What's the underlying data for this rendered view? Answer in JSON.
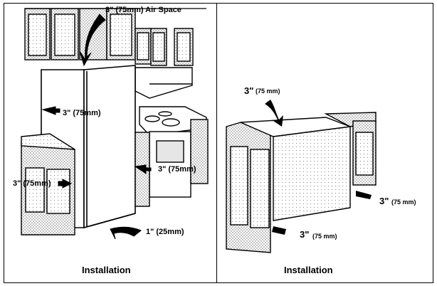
{
  "left_panel": {
    "labels": {
      "air_space": "3\" (75mm) Air Space",
      "side_left": "3\" (75mm)",
      "side_right": "3\" (75mm)",
      "side_cabinet": "3\" (75mm)",
      "bottom": "1\" (25mm)"
    },
    "caption": "Installation"
  },
  "right_panel": {
    "labels": {
      "top_big": "3\"",
      "top_small": "(75 mm)",
      "right_big": "3\"",
      "right_small": "(75 mm)",
      "bottom_big": "3\"",
      "bottom_small": "(75 mm)"
    },
    "caption": "Installation"
  },
  "colors": {
    "line": "#000000",
    "background": "#ffffff",
    "stipple": "#6b6b6b"
  }
}
